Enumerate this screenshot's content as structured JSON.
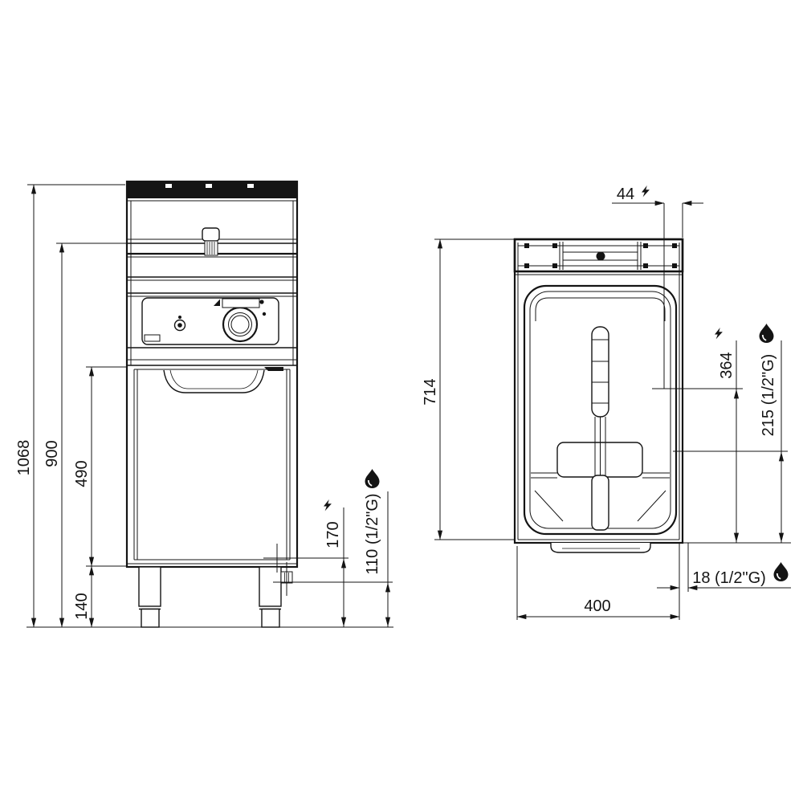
{
  "drawing_type": "technical-dimension-drawing",
  "views": {
    "front_view_name": "front-elevation",
    "plan_view_name": "top-plan"
  },
  "labels": {
    "total_height": "1068",
    "worktop_height": "900",
    "base_cabinet_height": "490",
    "feet_height": "140",
    "electric_conn_height": "170",
    "gas_conn_height": "110 (1/2\"G)",
    "depth": "714",
    "electric_offset_top": "44",
    "electric_conn_depth": "364",
    "gas_conn_depth": "215 (1/2\"G)",
    "gas_offset_rear": "18 (1/2\"G)",
    "width": "400"
  },
  "icons": {
    "electric": "lightning-bolt",
    "gas": "water-drop"
  },
  "colors": {
    "line": "#141414",
    "background": "#ffffff"
  }
}
